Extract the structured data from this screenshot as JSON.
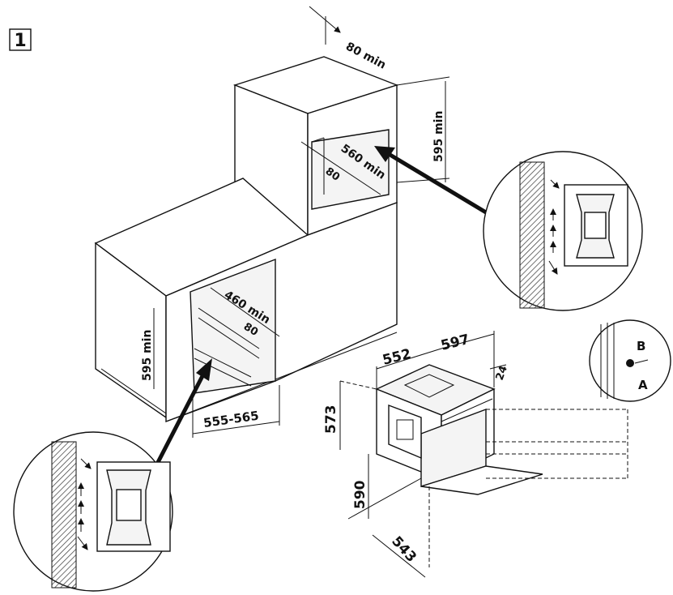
{
  "figure": {
    "number": "1"
  },
  "dimensions": {
    "top_gap": "80 min",
    "niche_height_upper": "595 min",
    "niche_width_upper": "560 min",
    "niche_depth_upper": "80",
    "niche_width_lower": "460 min",
    "niche_depth_lower": "80",
    "niche_height_lower": "595 min",
    "cabinet_width_lower": "555-565",
    "oven_width_top": "552",
    "oven_width_front": "597",
    "oven_thickness": "24",
    "oven_height": "573",
    "oven_front_height": "590",
    "oven_depth": "543"
  },
  "detail_labels": {
    "label_b": "B",
    "label_a": "A"
  },
  "colors": {
    "ink": "#111111",
    "paper": "#ffffff"
  }
}
